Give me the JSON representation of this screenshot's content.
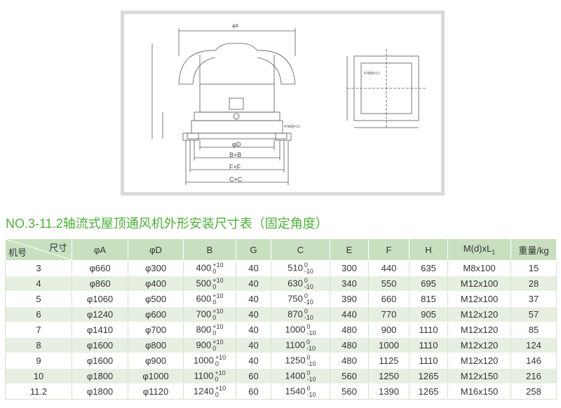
{
  "drawing": {
    "side_labels": [
      "φA",
      "φD",
      "B×B",
      "F×F",
      "C×C"
    ],
    "small_labels": [
      "4-M(d)×L1",
      "4-M(d)×L1"
    ]
  },
  "title": "NO.3-11.2轴流式屋顶通风机外形安装尺寸表（固定角度）",
  "table": {
    "header_corner_top": "尺寸",
    "header_corner_bottom": "机号",
    "headers": [
      "φA",
      "φD",
      "B",
      "G",
      "C",
      "E",
      "F",
      "H",
      "M(d)xL",
      "重量/kg"
    ],
    "header_sub": "1",
    "rows": [
      {
        "no": "3",
        "A": "φ660",
        "D": "φ300",
        "B": "400",
        "Btol": [
          "+10",
          "0"
        ],
        "G": "40",
        "C": "510",
        "Ctol": [
          "0",
          "-10"
        ],
        "E": "300",
        "F": "440",
        "H": "635",
        "M": "M8x100",
        "W": "15"
      },
      {
        "no": "4",
        "A": "φ860",
        "D": "φ400",
        "B": "500",
        "Btol": [
          "+10",
          "0"
        ],
        "G": "40",
        "C": "630",
        "Ctol": [
          "0",
          "-10"
        ],
        "E": "340",
        "F": "550",
        "H": "695",
        "M": "M12x100",
        "W": "28"
      },
      {
        "no": "5",
        "A": "φ1060",
        "D": "φ500",
        "B": "600",
        "Btol": [
          "+10",
          "0"
        ],
        "G": "40",
        "C": "750",
        "Ctol": [
          "0",
          "-10"
        ],
        "E": "390",
        "F": "660",
        "H": "815",
        "M": "M12x100",
        "W": "37"
      },
      {
        "no": "6",
        "A": "φ1240",
        "D": "φ600",
        "B": "700",
        "Btol": [
          "+10",
          "0"
        ],
        "G": "40",
        "C": "870",
        "Ctol": [
          "0",
          "-10"
        ],
        "E": "440",
        "F": "770",
        "H": "905",
        "M": "M12x120",
        "W": "57"
      },
      {
        "no": "7",
        "A": "φ1410",
        "D": "φ700",
        "B": "800",
        "Btol": [
          "+10",
          "0"
        ],
        "G": "40",
        "C": "1000",
        "Ctol": [
          "0",
          "-10"
        ],
        "E": "480",
        "F": "900",
        "H": "1110",
        "M": "M12x120",
        "W": "85"
      },
      {
        "no": "8",
        "A": "φ1600",
        "D": "φ800",
        "B": "900",
        "Btol": [
          "+10",
          "0"
        ],
        "G": "40",
        "C": "1100",
        "Ctol": [
          "0",
          "-10"
        ],
        "E": "480",
        "F": "1000",
        "H": "1110",
        "M": "M12x120",
        "W": "124"
      },
      {
        "no": "9",
        "A": "φ1600",
        "D": "φ900",
        "B": "1000",
        "Btol": [
          "+10",
          "0"
        ],
        "G": "40",
        "C": "1250",
        "Ctol": [
          "0",
          "-10"
        ],
        "E": "480",
        "F": "1125",
        "H": "1110",
        "M": "M12x120",
        "W": "146"
      },
      {
        "no": "10",
        "A": "φ1800",
        "D": "φ1000",
        "B": "1100",
        "Btol": [
          "+10",
          "0"
        ],
        "G": "60",
        "C": "1400",
        "Ctol": [
          "0",
          "-10"
        ],
        "E": "560",
        "F": "1250",
        "H": "1265",
        "M": "M12x150",
        "W": "216"
      },
      {
        "no": "11.2",
        "A": "φ1800",
        "D": "φ1120",
        "B": "1240",
        "Btol": [
          "+10",
          "0"
        ],
        "G": "60",
        "C": "1540",
        "Ctol": [
          "0",
          "-10"
        ],
        "E": "560",
        "F": "1390",
        "H": "1265",
        "M": "M16x150",
        "W": "258"
      }
    ]
  }
}
